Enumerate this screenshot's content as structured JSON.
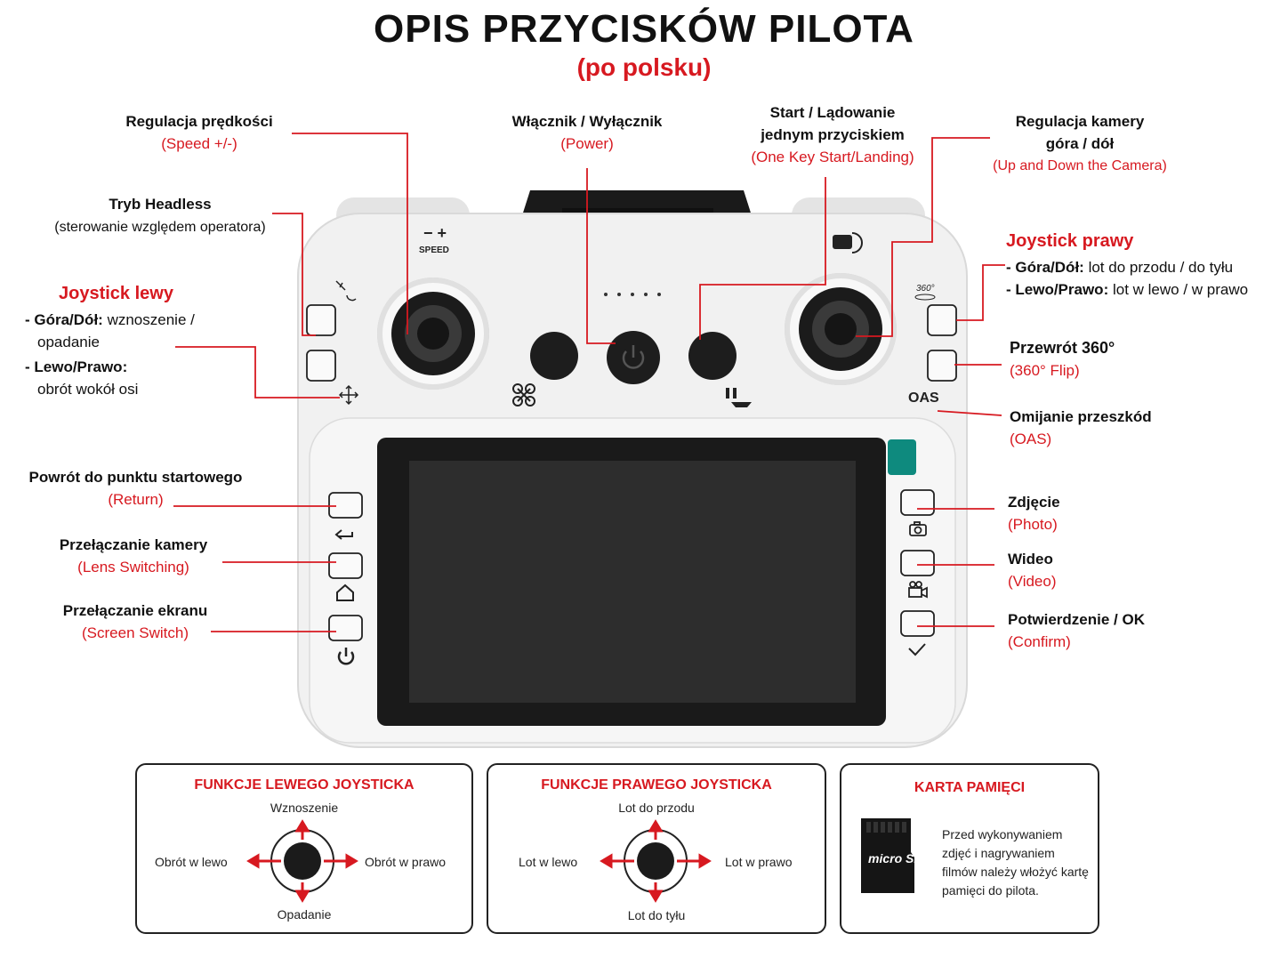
{
  "header": {
    "title": "OPIS PRZYCISKÓW PILOTA",
    "subtitle": "(po polsku)"
  },
  "remote": {
    "speed_label": "SPEED",
    "oas_label": "OAS",
    "flip_label": "360°",
    "body_color": "#f1f1f1",
    "screen_color": "#2b2b2b",
    "accent": "#d71920",
    "indicator_color": "#0e8a7e"
  },
  "labels": {
    "speed": {
      "title": "Regulacja prędkości",
      "sub": "(Speed +/-)"
    },
    "power": {
      "title": "Włącznik / Wyłącznik",
      "sub": "(Power)"
    },
    "start": {
      "title_1": "Start / Lądowanie",
      "title_2": "jednym przyciskiem",
      "sub": "(One Key Start/Landing)"
    },
    "camera_tilt": {
      "title_1": "Regulacja kamery",
      "title_2": "góra / dół",
      "sub": "(Up and Down the Camera)"
    },
    "headless": {
      "title": "Tryb Headless",
      "sub": "(sterowanie względem operatora)"
    },
    "joy_left": {
      "title": "Joystick lewy",
      "line1_bold": "- Góra/Dół:",
      "line1": " wznoszenie /",
      "line1b": "opadanie",
      "line2_bold": "- Lewo/Prawo:",
      "line2b": "obrót wokół osi"
    },
    "joy_right": {
      "title": "Joystick prawy",
      "line1_bold": "- Góra/Dół:",
      "line1": " lot do przodu / do tyłu",
      "line2_bold": "- Lewo/Prawo:",
      "line2": " lot w lewo / w prawo"
    },
    "flip": {
      "title": "Przewrót 360°",
      "sub": "(360° Flip)"
    },
    "oas": {
      "title": "Omijanie przeszkód",
      "sub": "(OAS)"
    },
    "return": {
      "title": "Powrót do punktu startowego",
      "sub": "(Return)"
    },
    "lens": {
      "title": "Przełączanie kamery",
      "sub": "(Lens Switching)"
    },
    "screen": {
      "title": "Przełączanie ekranu",
      "sub": "(Screen Switch)"
    },
    "photo": {
      "title": "Zdjęcie",
      "sub": "(Photo)"
    },
    "video": {
      "title": "Wideo",
      "sub": "(Video)"
    },
    "confirm": {
      "title": "Potwierdzenie / OK",
      "sub": "(Confirm)"
    }
  },
  "boxes": {
    "left": {
      "title": "FUNKCJE LEWEGO JOYSTICKA",
      "up": "Wznoszenie",
      "down": "Opadanie",
      "left": "Obrót w lewo",
      "right": "Obrót w prawo"
    },
    "right": {
      "title": "FUNKCJE PRAWEGO JOYSTICKA",
      "up": "Lot do przodu",
      "down": "Lot do tyłu",
      "left": "Lot w lewo",
      "right": "Lot w prawo"
    },
    "card": {
      "title": "KARTA PAMIĘCI",
      "text": "Przed wykonywaniem zdjęć i nagrywaniem filmów należy włożyć kartę pamięci do pilota.",
      "logo": "micro SD"
    }
  }
}
